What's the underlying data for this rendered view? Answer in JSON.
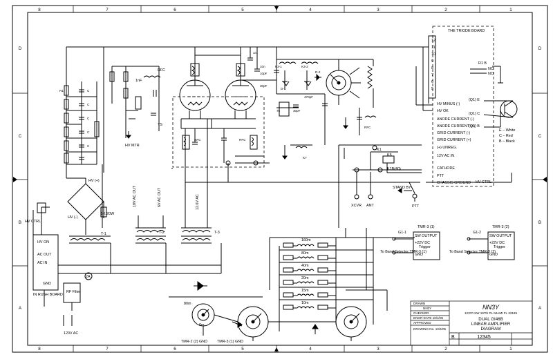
{
  "frame": {
    "top_zones": [
      "8",
      "7",
      "6",
      "5",
      "4",
      "3",
      "2",
      "1"
    ],
    "bottom_zones": [
      "8",
      "7",
      "6",
      "5",
      "4",
      "3",
      "2",
      "1"
    ],
    "left_rows": [
      "D",
      "C",
      "B",
      "A"
    ],
    "right_rows": [
      "D",
      "C",
      "B",
      "A"
    ]
  },
  "board": {
    "title": "THE TRIODE BOARD",
    "pins_top": [
      "12",
      "11",
      "10",
      "9",
      "8",
      "7",
      "6",
      "5"
    ],
    "pins_mid": [
      "4",
      "3",
      "2",
      "1"
    ],
    "signals": [
      "HV MINUS (-)",
      "HV OK",
      "ANODE CURRENT (-)",
      "ANODE CURRENT (+)",
      "GRID CURRENT (-)",
      "GRID CURRENT (+)",
      "(+) UNREG.",
      "12V AC IN",
      "CATHODE",
      "PTT",
      "CHASSIS GROUND"
    ],
    "meter_labels": [
      "(Q1) E",
      "(Q1) C",
      "(Q1) B"
    ],
    "color_key": [
      "E – White",
      "C – Red",
      "B – Black"
    ],
    "relay_labels": [
      "R1 B",
      "NC",
      "NO"
    ],
    "hv_ctrl": "HV CTRL"
  },
  "labels": {
    "rfc": "RFC",
    "hv_mtr": "HV MTR",
    "c_1nf": "1nF",
    "c_10pf": "10pF",
    "c_1nf_b": "1n",
    "c_30pf": "30pF",
    "c_470pf": "470pF",
    "c_75": "75",
    "c_10n": "10n",
    "k_labels": [
      "K3-1",
      "K3-2",
      "K1",
      "K5",
      "K1B(40)",
      "K7"
    ],
    "d_labels": [
      "D-1",
      "D-2"
    ],
    "nfc": "NFC",
    "r_pos": "R1",
    "r_neg": "R2",
    "c_pos": "C",
    "xcvr": "XCVR",
    "ant": "ANT",
    "stand_by": "STAND BY",
    "ptt": "PTT",
    "hv_plus": "HV (+)",
    "hv_minus": "HV (-)",
    "res_20w": "5K 20W",
    "t1": "T-1",
    "t2": "T-2",
    "t3": "T-3",
    "v18": "18V AC OUT",
    "v6": "6V AC OUT",
    "v12": "12.6V AC",
    "hv_ctrl_left": "HV CTRL",
    "hv_on": "HV ON",
    "ac_out": "AC OUT",
    "ac_in": "AC IN",
    "gnd": "GND",
    "inrush": "IN RUSH BOARD",
    "rf_filter": "RF Filter",
    "ac_120": "120V AC",
    "ammeter": "2A",
    "band_labels": [
      "160m",
      "80m",
      "40m",
      "20m",
      "15m",
      "10m"
    ],
    "tmr3_1_title": "TMR-3 (1)",
    "tmr3_2_title": "TMR-3 (2)",
    "tmr_lines": [
      "SW OUTPUT",
      "+22V DC",
      "Trigger",
      "GND"
    ],
    "to_band_1": "To Band Selector TMR-3 (1)",
    "to_band_2": "To Band Selector TMR-3 (2)",
    "g1": "G1-1",
    "g2": "G1-2",
    "bottom_caps": [
      "TMR-2 (2) GND",
      "TMR-3 (1) GND"
    ],
    "sw_80m": "80m",
    "sw_6m": "6m"
  },
  "title_block": {
    "callsign": "NN3Y",
    "address": "12370 SW 197th PL  MIAMI FL 33185",
    "title_lines": [
      "DUAL GI46B",
      "LINEAR AMPLIFIER",
      "DIAGRAM"
    ],
    "size": "B",
    "doc_number": "12345",
    "left_rows": [
      "DRAWN",
      "NN3Y",
      "CHECKED",
      "ENGR  DATE  10/4/05",
      "APPROVED",
      "DRAWING No. 10/4/05"
    ]
  }
}
